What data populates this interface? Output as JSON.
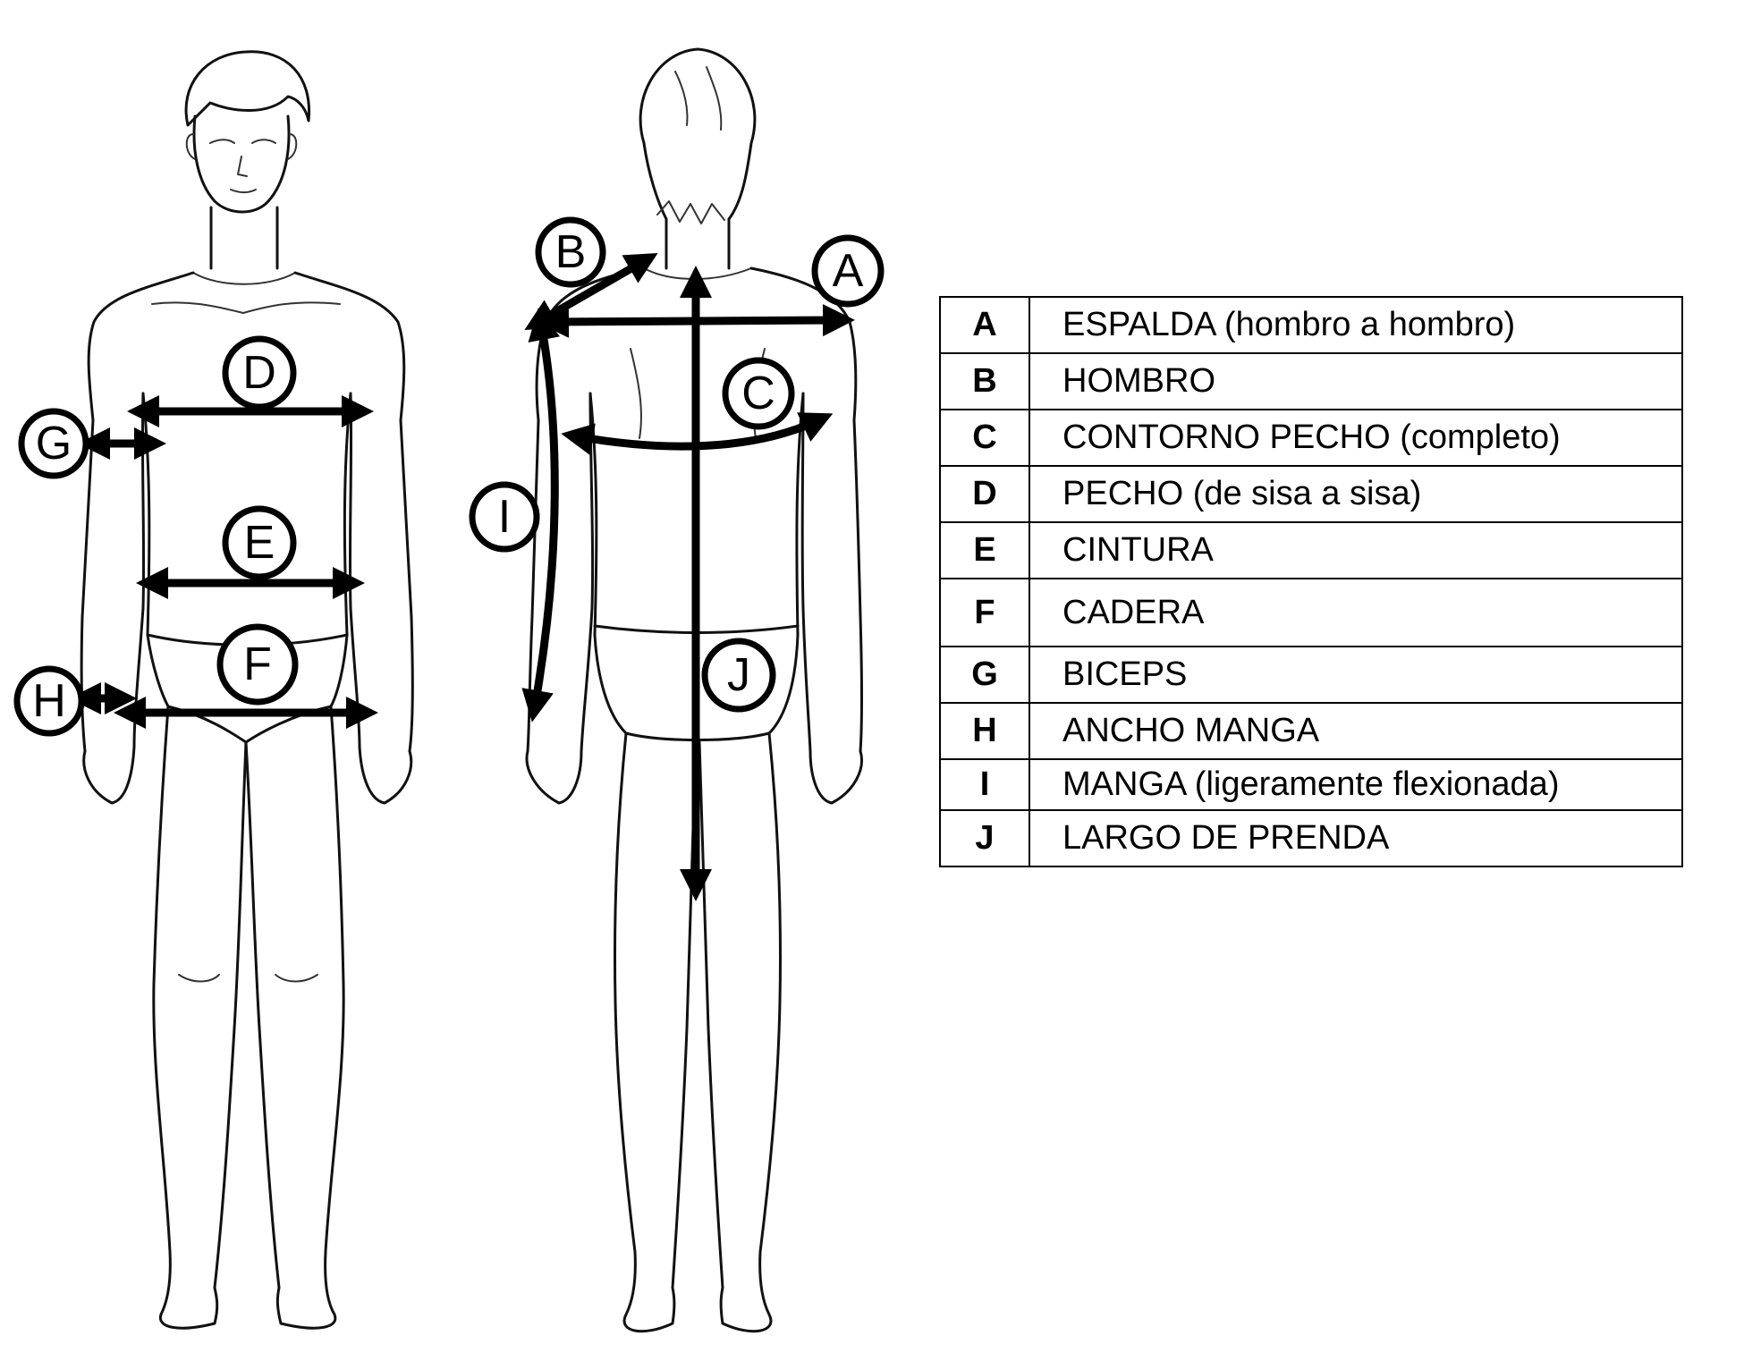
{
  "legend": {
    "rows": [
      {
        "code": "A",
        "label": "ESPALDA (hombro a hombro)"
      },
      {
        "code": "B",
        "label": "HOMBRO"
      },
      {
        "code": "C",
        "label": "CONTORNO PECHO (completo)"
      },
      {
        "code": "D",
        "label": "PECHO (de sisa a sisa)"
      },
      {
        "code": "E",
        "label": "CINTURA"
      },
      {
        "code": "F",
        "label": "CADERA"
      },
      {
        "code": "G",
        "label": "BICEPS"
      },
      {
        "code": "H",
        "label": "ANCHO MANGA"
      },
      {
        "code": "I",
        "label": "MANGA (ligeramente flexionada)"
      },
      {
        "code": "J",
        "label": "LARGO DE PRENDA"
      }
    ]
  },
  "badges": {
    "a": "A",
    "b": "B",
    "c": "C",
    "d": "D",
    "e": "E",
    "f": "F",
    "g": "G",
    "h": "H",
    "i": "I",
    "j": "J"
  }
}
